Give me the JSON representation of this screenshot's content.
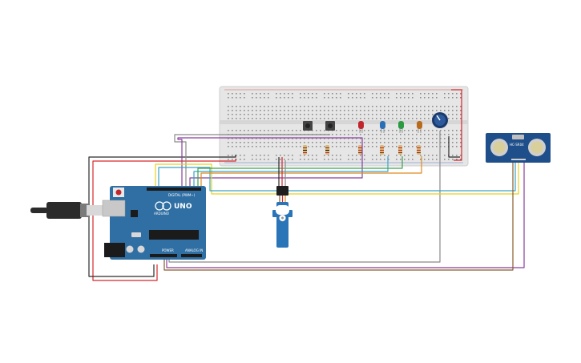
{
  "board": {
    "brand": "ARDUINO",
    "model": "UNO",
    "digital_header_label": "DIGITAL (PWM~)",
    "power_label": "POWER",
    "analog_label": "ANALOG IN"
  },
  "sensor": {
    "model_label": "HC-SR04"
  },
  "colors": {
    "background": "#ffffff",
    "breadboard": "#e6e6e6",
    "arduino_board": "#2f6fa3",
    "servo_body": "#2a74b8",
    "sensor_board": "#1f4f8a",
    "led_red": "#c0262c",
    "led_blue": "#2a6fb5",
    "led_green": "#2b9a42",
    "led_orange": "#b86a1e",
    "wire_red": "#d7262b",
    "wire_black": "#2b2b2b",
    "wire_gray": "#8a8a8a",
    "wire_purple": "#8a3f9e",
    "wire_yellow": "#e6d21c",
    "wire_green": "#3ca34b",
    "wire_cyan": "#3aa3c9",
    "wire_orange": "#e08a1e",
    "wire_brown": "#8a5a2b"
  },
  "icons": {
    "usb": "usb-cable-icon",
    "servo": "servo-motor-icon",
    "sensor": "ultrasonic-sensor-icon",
    "potentiometer": "potentiometer-icon"
  }
}
